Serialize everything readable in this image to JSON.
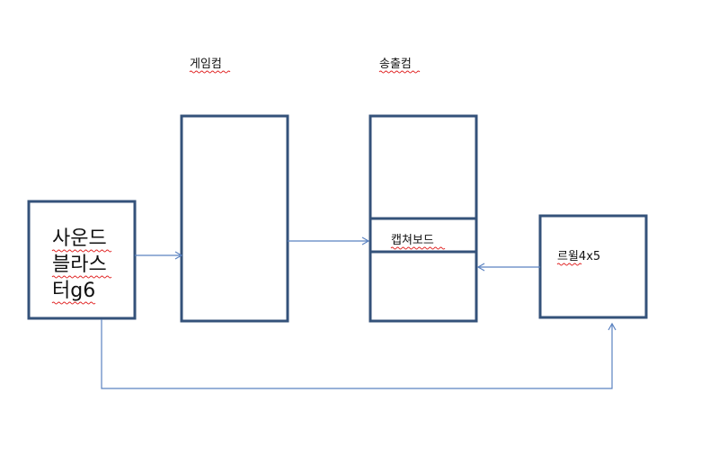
{
  "labels": {
    "game_pc_title": "게임컴",
    "stream_pc_title": "송출컴",
    "sound_line1": "사운드",
    "sound_line2": "블라스",
    "sound_line3": "터g6",
    "capture_board": "캡쳐보드",
    "rewire": "르윌4x5"
  },
  "colors": {
    "box_stroke": "#34527a",
    "connector": "#5b82c0",
    "spellcheck_underline": "#e02020",
    "text": "#111111",
    "background": "#ffffff"
  }
}
